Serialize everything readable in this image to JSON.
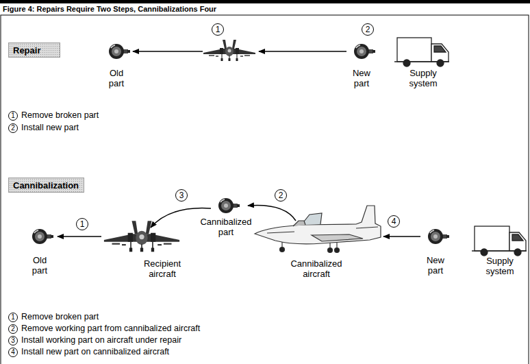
{
  "diagram": {
    "title": "Figure 4: Repairs Require Two Steps, Cannibalizations Four",
    "nodes": [
      {
        "text": [
          "Repair"
        ]
      },
      {
        "text": [
          "Cannibalization"
        ]
      }
    ],
    "labels": [
      "1",
      "2",
      "Old part",
      "New part",
      "Supply system",
      "1",
      "Remove broken part",
      "2",
      "Install new part",
      "1",
      "3",
      "2",
      "4",
      "Cannibalized part",
      "Old part",
      "Recipient aircraft",
      "Cannibalized aircraft",
      "New part",
      "Supply system",
      "1",
      "Remove broken part",
      "2",
      "Remove working part from cannibalized aircraft",
      "3",
      "Install working part on aircraft under repair",
      "4",
      "Install new part on cannibalized aircraft"
    ]
  }
}
